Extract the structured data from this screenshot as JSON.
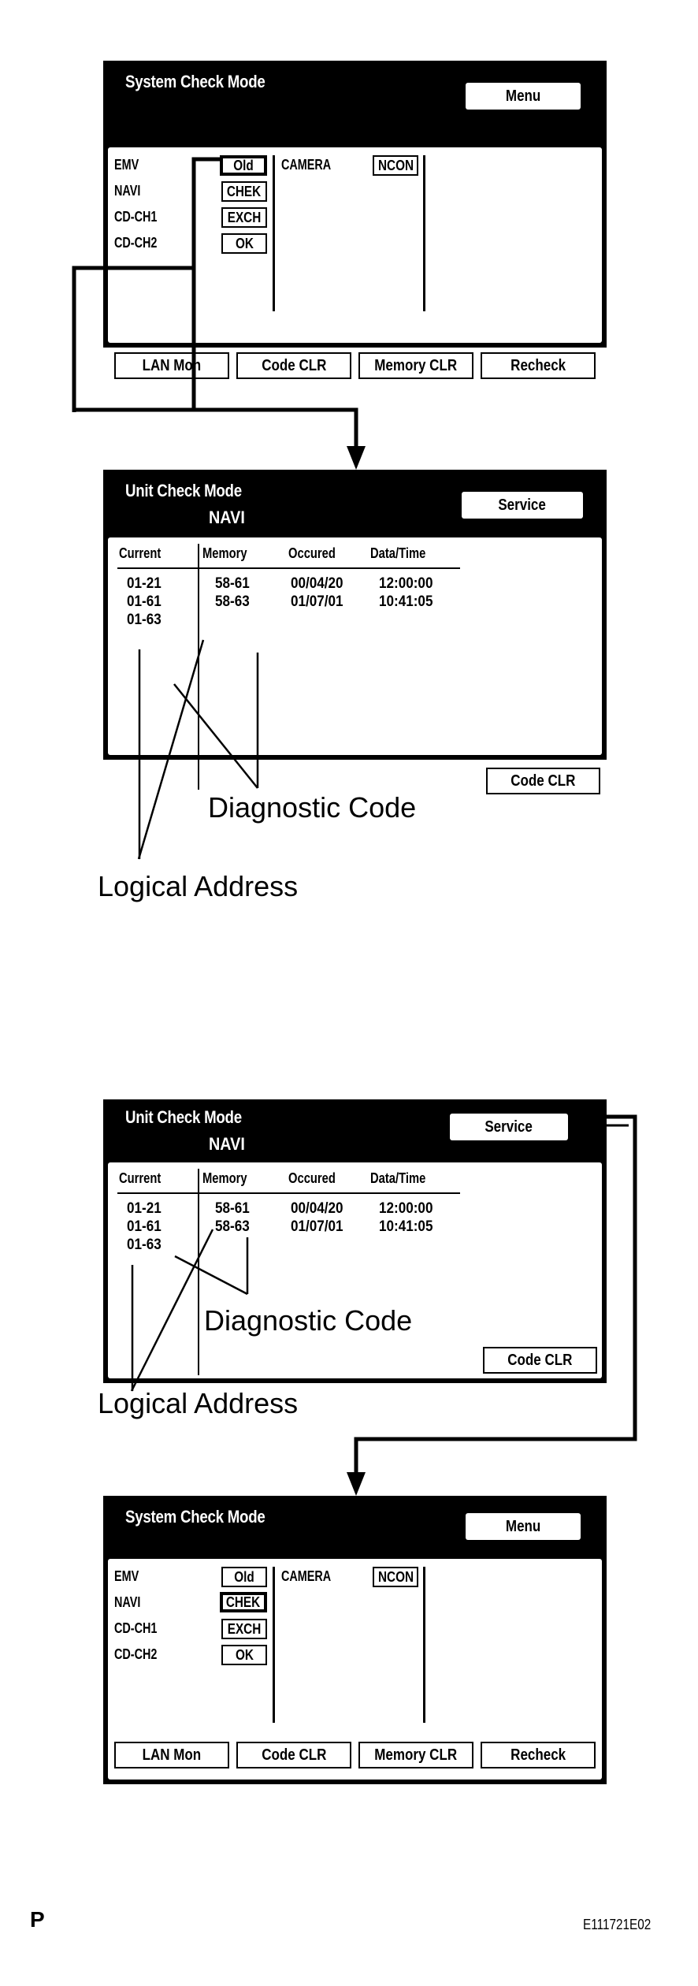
{
  "system_check_1": {
    "title": "System Check Mode",
    "menu_button": "Menu",
    "devices_left": [
      {
        "name": "EMV",
        "status": "Old"
      },
      {
        "name": "NAVI",
        "status": "CHEK"
      },
      {
        "name": "CD-CH1",
        "status": "EXCH"
      },
      {
        "name": "CD-CH2",
        "status": "OK"
      }
    ],
    "devices_right": [
      {
        "name": "CAMERA",
        "status": "NCON"
      }
    ],
    "buttons": [
      "LAN Mon",
      "Code CLR",
      "Memory CLR",
      "Recheck"
    ]
  },
  "unit_check_1": {
    "title": "Unit Check Mode",
    "unit": "NAVI",
    "service_button": "Service",
    "headers": [
      "Current",
      "Memory",
      "Occured",
      "Data/Time"
    ],
    "current": [
      "01-21",
      "01-61",
      "01-63"
    ],
    "memory_rows": [
      {
        "code": "58-61",
        "date": "00/04/20",
        "time": "12:00:00"
      },
      {
        "code": "58-63",
        "date": "01/07/01",
        "time": "10:41:05"
      }
    ],
    "code_clr_button": "Code CLR",
    "callout_diagnostic": "Diagnostic Code",
    "callout_logical": "Logical  Address"
  },
  "unit_check_2": {
    "title": "Unit Check Mode",
    "unit": "NAVI",
    "service_button": "Service",
    "headers": [
      "Current",
      "Memory",
      "Occured",
      "Data/Time"
    ],
    "current": [
      "01-21",
      "01-61",
      "01-63"
    ],
    "memory_rows": [
      {
        "code": "58-61",
        "date": "00/04/20",
        "time": "12:00:00"
      },
      {
        "code": "58-63",
        "date": "01/07/01",
        "time": "10:41:05"
      }
    ],
    "code_clr_button": "Code CLR",
    "callout_diagnostic": "Diagnostic Code",
    "callout_logical": "Logical  Address"
  },
  "system_check_2": {
    "title": "System Check Mode",
    "menu_button": "Menu",
    "devices_left": [
      {
        "name": "EMV",
        "status": "Old"
      },
      {
        "name": "NAVI",
        "status": "CHEK"
      },
      {
        "name": "CD-CH1",
        "status": "EXCH"
      },
      {
        "name": "CD-CH2",
        "status": "OK"
      }
    ],
    "devices_right": [
      {
        "name": "CAMERA",
        "status": "NCON"
      }
    ],
    "buttons": [
      "LAN Mon",
      "Code CLR",
      "Memory CLR",
      "Recheck"
    ]
  },
  "footer": {
    "page_letter": "P",
    "figure_id": "E111721E02"
  }
}
